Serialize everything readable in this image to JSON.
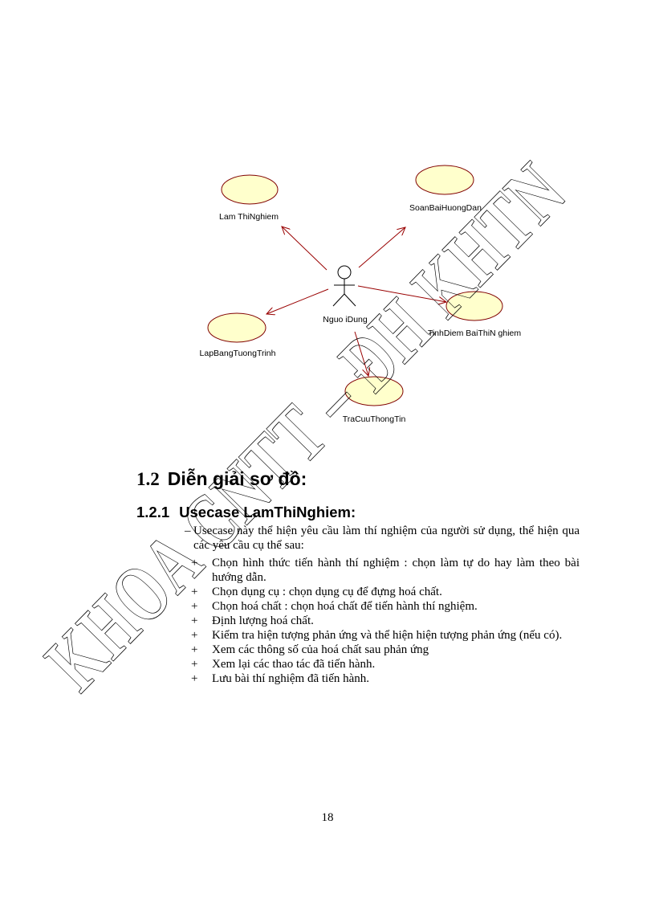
{
  "diagram": {
    "actor": "Nguo iDung",
    "usecases": {
      "lam_thi_nghiem": "Lam ThiNghiem",
      "soan_bai": "SoanBaiHuongDan",
      "lap_bang": "LapBangTuongTrinh",
      "tinh_diem": "TinhDiem BaiThiN ghiem",
      "tra_cuu": "TraCuuThongTin"
    }
  },
  "section": {
    "number": "1.2",
    "title": "Diễn giải sơ đồ:"
  },
  "subsection": {
    "number": "1.2.1",
    "title": "Usecase LamThiNghiem:"
  },
  "intro": {
    "dash": "–",
    "text": "Usecase này thể hiện yêu cầu làm thí nghiệm của người sử dụng, thể hiện qua các yêu cầu cụ thể sau:"
  },
  "bullet_symbol": "+",
  "items": [
    "Chọn hình thức tiến hành thí nghiệm : chọn làm tự do hay làm theo bài hướng dẫn.",
    "Chọn dụng cụ : chọn dụng cụ để đựng hoá chất.",
    "Chọn hoá chất : chọn hoá chất để tiến hành thí nghiệm.",
    "Định lượng hoá chất.",
    "Kiểm tra hiện tượng phản ứng và thể hiện hiện tượng phản ứng (nếu có).",
    "Xem các  thông số của hoá chất sau phản ứng",
    "Xem  lại các thao tác đã tiến hành.",
    "Lưu bài thí nghiệm đã tiến hành."
  ],
  "page_number": "18",
  "watermark": "KHOA CNTT – ĐH KHTN",
  "colors": {
    "usecase_fill": "#ffffcc",
    "usecase_stroke": "#800000",
    "arrow": "#990000",
    "actor": "#000000"
  }
}
